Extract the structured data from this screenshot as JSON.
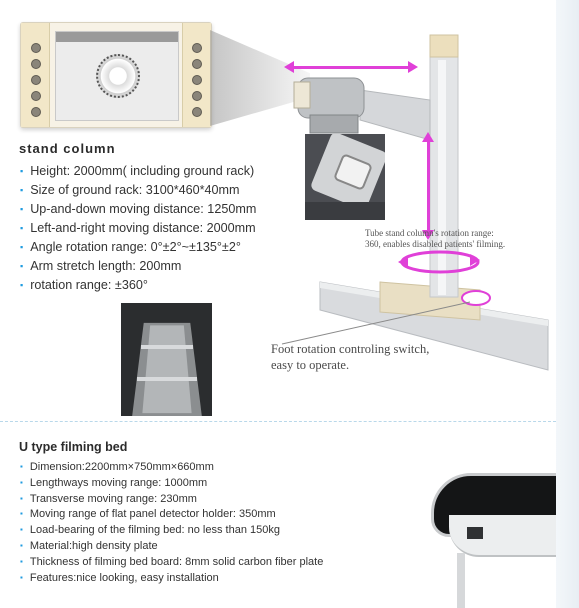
{
  "stand_section": {
    "title": "stand column",
    "specs": [
      "Height: 2000mm( including ground rack)",
      "Size of ground rack: 3100*460*40mm",
      "Up-and-down moving distance: 1250mm",
      "Left-and-right moving distance: 2000mm",
      "Angle rotation range: 0°±2°~±135°±2°",
      "Arm stretch length: 200mm",
      "rotation range: ±360°"
    ],
    "rotation_note_line1": "Tube stand column's rotation range:",
    "rotation_note_line2": "360, enables disabled patients' filming.",
    "foot_note_line1": "Foot rotation controling switch,",
    "foot_note_line2": "easy to operate."
  },
  "bed_section": {
    "title": "U type filming bed",
    "specs": [
      "Dimension:2200mm×750mm×660mm",
      "Lengthways moving range: 1000mm",
      "Transverse moving range: 230mm",
      "Moving range of flat panel detector holder: 350mm",
      "Load-bearing of the filming bed: no less than 150kg",
      "Material:high density plate",
      "Thickness of filming bed board: 8mm solid carbon fiber plate",
      "Features:nice looking, easy installation"
    ]
  },
  "colors": {
    "accent_arrows": "#e040d8",
    "bullet": "#1e9be0"
  },
  "icons": {
    "bullet": "square-bullet-icon"
  }
}
